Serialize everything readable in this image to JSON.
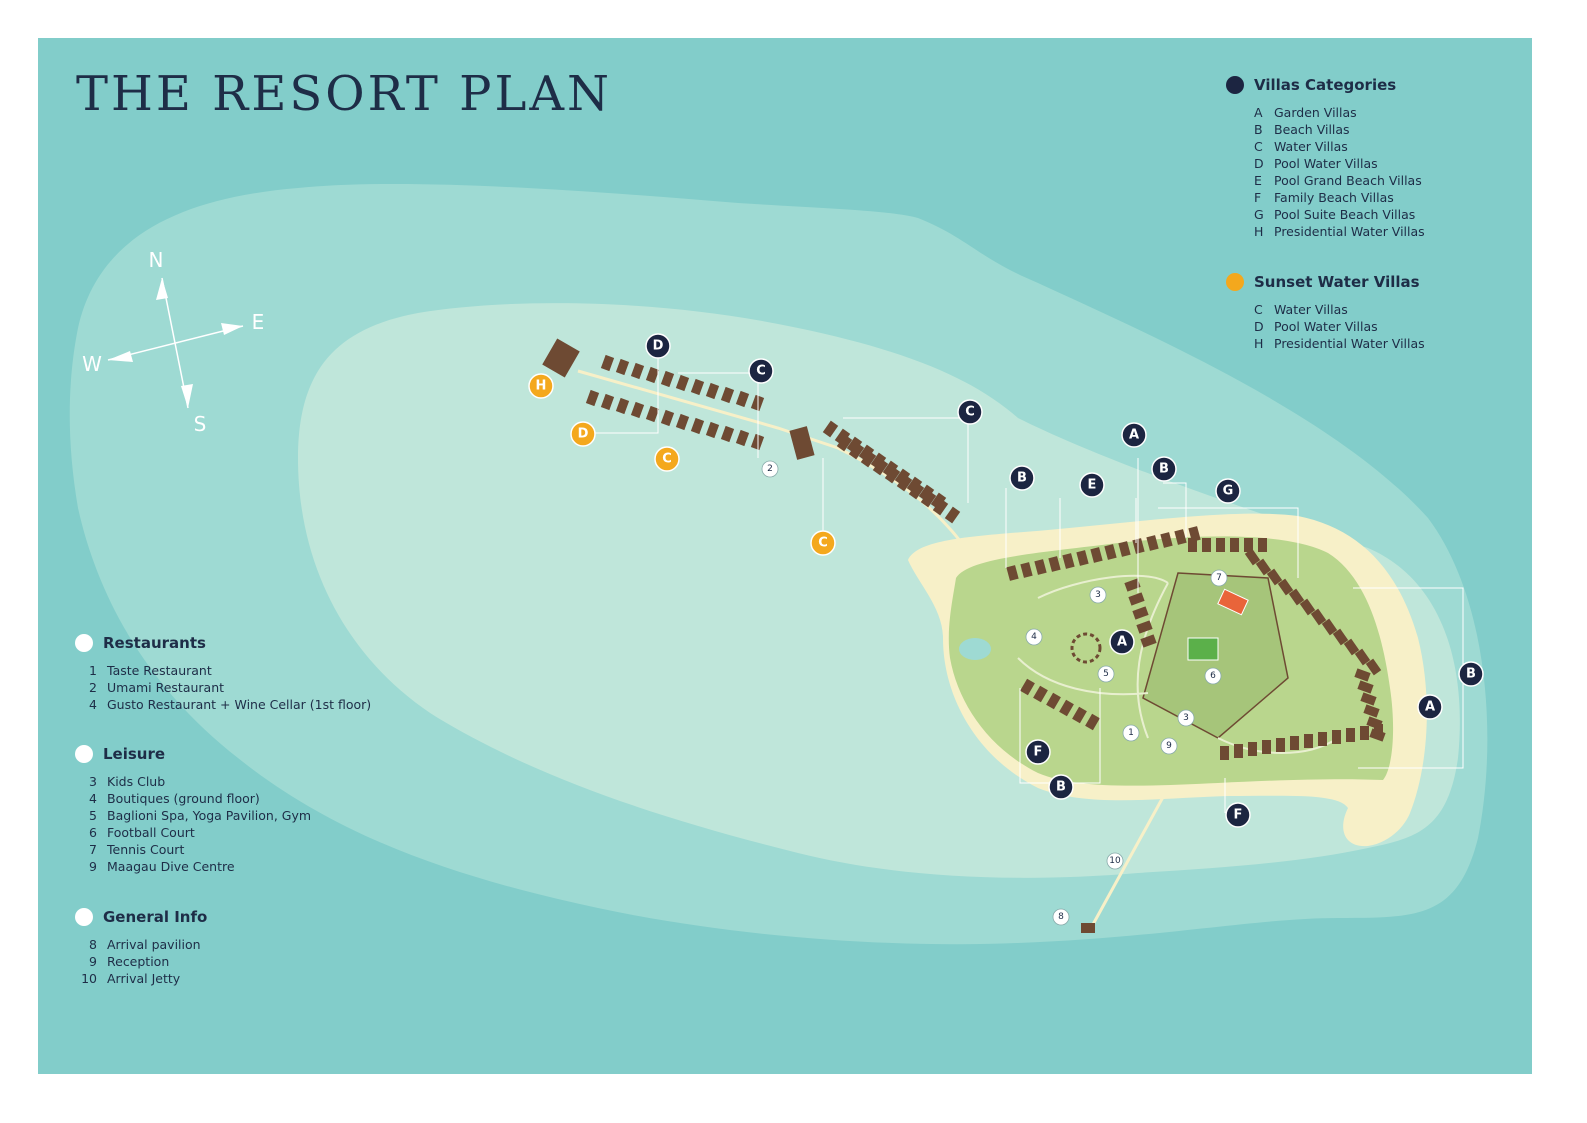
{
  "title": "THE RESORT PLAN",
  "colors": {
    "ocean": "#82cdca",
    "reef_outer": "#9edad3",
    "lagoon": "#bfe6da",
    "sand": "#f7f0c8",
    "land": "#b9d68d",
    "villa_roof": "#6e4a33",
    "marker_dark": "#1c2541",
    "marker_gold": "#f4a81d",
    "text": "#1e2d47"
  },
  "compass": {
    "n": "N",
    "e": "E",
    "s": "S",
    "w": "W"
  },
  "legends": {
    "villas": {
      "title": "Villas Categories",
      "dot_color": "#1c2541",
      "items": [
        {
          "key": "A",
          "label": "Garden Villas"
        },
        {
          "key": "B",
          "label": "Beach Villas"
        },
        {
          "key": "C",
          "label": "Water Villas"
        },
        {
          "key": "D",
          "label": "Pool Water Villas"
        },
        {
          "key": "E",
          "label": "Pool Grand Beach Villas"
        },
        {
          "key": "F",
          "label": "Family Beach Villas"
        },
        {
          "key": "G",
          "label": "Pool Suite Beach Villas"
        },
        {
          "key": "H",
          "label": "Presidential Water Villas"
        }
      ]
    },
    "sunset": {
      "title": "Sunset Water Villas",
      "dot_color": "#f4a81d",
      "items": [
        {
          "key": "C",
          "label": "Water Villas"
        },
        {
          "key": "D",
          "label": "Pool Water Villas"
        },
        {
          "key": "H",
          "label": "Presidential Water Villas"
        }
      ]
    },
    "restaurants": {
      "title": "Restaurants",
      "dot_color": "#ffffff",
      "items": [
        {
          "key": "1",
          "label": "Taste Restaurant"
        },
        {
          "key": "2",
          "label": "Umami Restaurant"
        },
        {
          "key": "4",
          "label": "Gusto Restaurant + Wine Cellar (1st floor)"
        }
      ]
    },
    "leisure": {
      "title": "Leisure",
      "dot_color": "#ffffff",
      "items": [
        {
          "key": "3",
          "label": "Kids Club"
        },
        {
          "key": "4",
          "label": "Boutiques (ground floor)"
        },
        {
          "key": "5",
          "label": "Baglioni Spa, Yoga Pavilion, Gym"
        },
        {
          "key": "6",
          "label": "Football Court"
        },
        {
          "key": "7",
          "label": "Tennis Court"
        },
        {
          "key": "9",
          "label": "Maagau Dive Centre"
        }
      ]
    },
    "general": {
      "title": "General Info",
      "dot_color": "#ffffff",
      "items": [
        {
          "key": "8",
          "label": "Arrival pavilion"
        },
        {
          "key": "9",
          "label": "Reception"
        },
        {
          "key": "10",
          "label": "Arrival Jetty"
        }
      ]
    }
  },
  "map_markers": {
    "villa_dark": [
      "D",
      "C",
      "C",
      "A",
      "B",
      "E",
      "B",
      "G",
      "A",
      "B",
      "A",
      "F",
      "B",
      "F"
    ],
    "villa_gold": [
      "H",
      "D",
      "C",
      "C"
    ],
    "facilities": [
      "2",
      "3",
      "4",
      "5",
      "6",
      "7",
      "1",
      "3",
      "9",
      "10",
      "8"
    ]
  }
}
